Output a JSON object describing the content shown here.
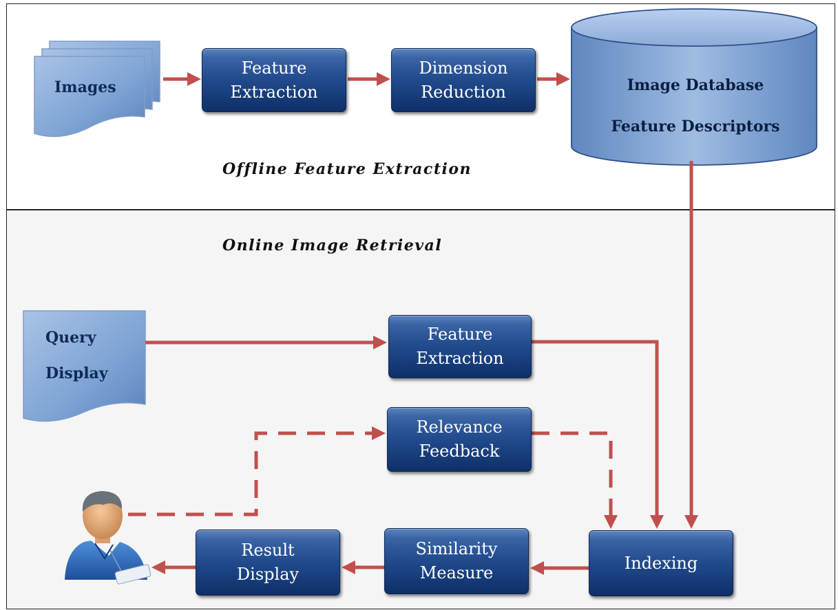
{
  "offline": {
    "caption": "Offline Feature Extraction",
    "images_label": "Images",
    "feature_extraction": "Feature\nExtraction",
    "dimension_reduction": "Dimension\nReduction",
    "database_line1": "Image Database",
    "database_line2": "Feature Descriptors"
  },
  "online": {
    "caption": "Online Image Retrieval",
    "query_line1": "Query",
    "query_line2": "Display",
    "feature_extraction": "Feature\nExtraction",
    "relevance_feedback": "Relevance\nFeedback",
    "indexing": "Indexing",
    "similarity_measure": "Similarity\nMeasure",
    "result_display": "Result\nDisplay"
  },
  "colors": {
    "arrow": "#c0504d",
    "box_dark": "#153a77",
    "box_light": "#5e84bd",
    "doc_fill": "#8fb0dc",
    "db_fill": "#7fa3d2"
  },
  "icons": {
    "user": "user-icon",
    "images": "document-stack-icon",
    "query": "document-icon",
    "database": "database-cylinder-icon"
  }
}
